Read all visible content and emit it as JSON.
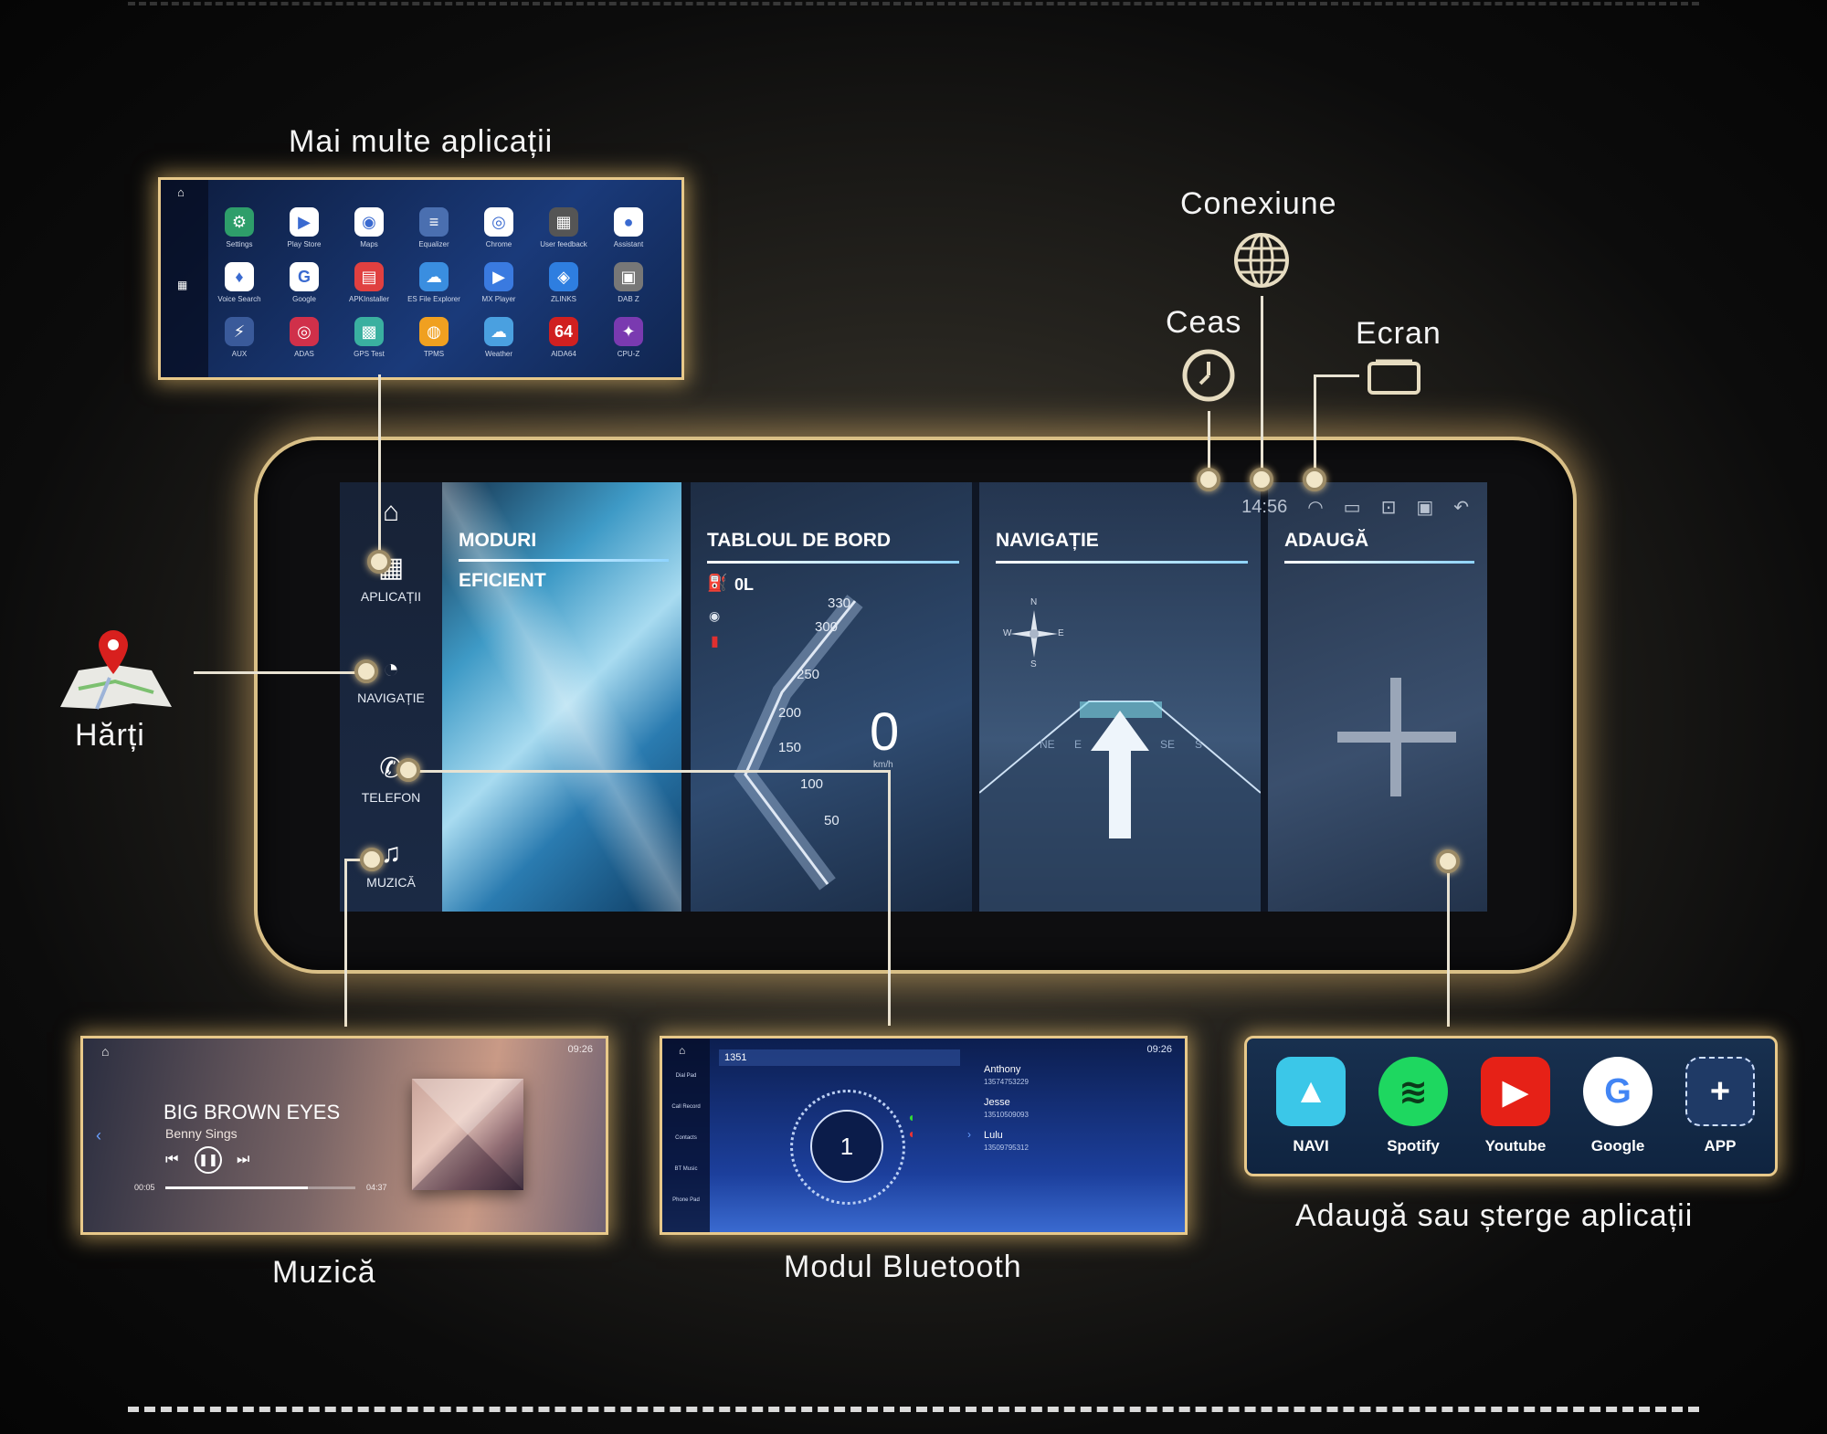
{
  "captions": {
    "more_apps": "Mai multe aplicații",
    "connection": "Conexiune",
    "clock": "Ceas",
    "screen": "Ecran",
    "maps": "Hărți",
    "music": "Muzică",
    "bluetooth": "Modul Bluetooth",
    "add_remove": "Adaugă sau șterge aplicații"
  },
  "main_screen": {
    "time": "14:56",
    "nav_items": [
      {
        "label": "APLICAȚII",
        "icon": "apps-grid-icon"
      },
      {
        "label": "NAVIGAȚIE",
        "icon": "compass-icon"
      },
      {
        "label": "TELEFON",
        "icon": "phone-icon"
      },
      {
        "label": "MUZICĂ",
        "icon": "music-note-icon"
      }
    ],
    "cards": {
      "modes": {
        "title": "MODURI",
        "subtitle": "EFICIENT"
      },
      "dashboard": {
        "title": "TABLOUL DE BORD",
        "fuel": "0L",
        "speed": "0",
        "speed_unit": "km/h",
        "ticks": [
          "330",
          "300",
          "250",
          "200",
          "150",
          "100",
          "50"
        ]
      },
      "navigation": {
        "title": "NAVIGAȚIE",
        "compass": [
          "N",
          "W",
          "E",
          "S"
        ],
        "headings": [
          "NE",
          "E",
          "SE",
          "S"
        ]
      },
      "add": {
        "title": "ADAUGĂ"
      }
    }
  },
  "apps_panel": {
    "apps": [
      {
        "label": "Settings",
        "color": "#2e9e6a",
        "glyph": "⚙"
      },
      {
        "label": "Play Store",
        "color": "#ffffff",
        "glyph": "▶"
      },
      {
        "label": "Maps",
        "color": "#ffffff",
        "glyph": "◉"
      },
      {
        "label": "Equalizer",
        "color": "#4a6fb0",
        "glyph": "≡"
      },
      {
        "label": "Chrome",
        "color": "#ffffff",
        "glyph": "◎"
      },
      {
        "label": "User feedback",
        "color": "#555555",
        "glyph": "▦"
      },
      {
        "label": "Assistant",
        "color": "#ffffff",
        "glyph": "●"
      },
      {
        "label": "Voice Search",
        "color": "#ffffff",
        "glyph": "♦"
      },
      {
        "label": "Google",
        "color": "#ffffff",
        "glyph": "G"
      },
      {
        "label": "APKInstaller",
        "color": "#e04040",
        "glyph": "▤"
      },
      {
        "label": "ES File Explorer",
        "color": "#3a8ee0",
        "glyph": "☁"
      },
      {
        "label": "MX Player",
        "color": "#3a7ae0",
        "glyph": "▶"
      },
      {
        "label": "ZLINKS",
        "color": "#2e7ee0",
        "glyph": "◈"
      },
      {
        "label": "DAB Z",
        "color": "#777777",
        "glyph": "▣"
      },
      {
        "label": "AUX",
        "color": "#3a5a9a",
        "glyph": "⚡"
      },
      {
        "label": "ADAS",
        "color": "#d0304a",
        "glyph": "◎"
      },
      {
        "label": "GPS Test",
        "color": "#3ab0a0",
        "glyph": "▩"
      },
      {
        "label": "TPMS",
        "color": "#f0a020",
        "glyph": "◍"
      },
      {
        "label": "Weather",
        "color": "#4aa0e0",
        "glyph": "☁"
      },
      {
        "label": "AIDA64",
        "color": "#d02020",
        "glyph": "64"
      },
      {
        "label": "CPU-Z",
        "color": "#7a3ab0",
        "glyph": "✦"
      }
    ]
  },
  "music_panel": {
    "title": "BIG BROWN EYES",
    "artist": "Benny Sings",
    "time_start": "00:05",
    "time_end": "04:37",
    "progress": 0.75,
    "status_time": "09:26"
  },
  "bt_panel": {
    "number": "1351",
    "dial_center": "1",
    "status_time": "09:26",
    "contacts": [
      {
        "name": "Anthony",
        "phone": "13574753229"
      },
      {
        "name": "Jesse",
        "phone": "13510509093"
      },
      {
        "name": "Lulu",
        "phone": "13509795312"
      }
    ],
    "side_items": [
      "Dial Pad",
      "Call Record",
      "Contacts",
      "BT Music",
      "Phone Pad"
    ]
  },
  "addapp_panel": {
    "items": [
      {
        "label": "NAVI",
        "color": "#3bc7e8",
        "glyph": "▲"
      },
      {
        "label": "Spotify",
        "color": "#1ed760",
        "glyph": "≋"
      },
      {
        "label": "Youtube",
        "color": "#e62117",
        "glyph": "▶"
      },
      {
        "label": "Google",
        "color": "#ffffff",
        "glyph": "G"
      },
      {
        "label": "APP",
        "color": "#1f3a66",
        "glyph": "+"
      }
    ]
  }
}
